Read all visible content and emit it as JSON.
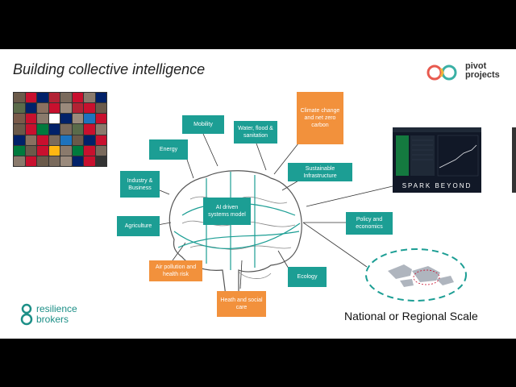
{
  "slide": {
    "title": "Building collective intelligence",
    "pivot_logo": "pivot\nprojects",
    "footer_logo": "resilience\nbrokers",
    "scale_label": "National or Regional Scale",
    "spark_label": "SPARK BEYOND"
  },
  "nodes": {
    "center": "AI driven systems model",
    "mobility": "Mobility",
    "water": "Water, flood & sanitation",
    "climate": "Climate change and net zero carbon",
    "energy": "Energy",
    "industry": "Industry & Business",
    "sustainable": "Sustainable Infrastructure",
    "agriculture": "Agriculture",
    "policy": "Policy and economics",
    "air": "Air pollution and health risk",
    "ecology": "Ecology",
    "health": "Heath and social care"
  },
  "colors": {
    "teal": "#1c9e94",
    "orange": "#f2913c",
    "brand_green": "#1c8f87"
  }
}
